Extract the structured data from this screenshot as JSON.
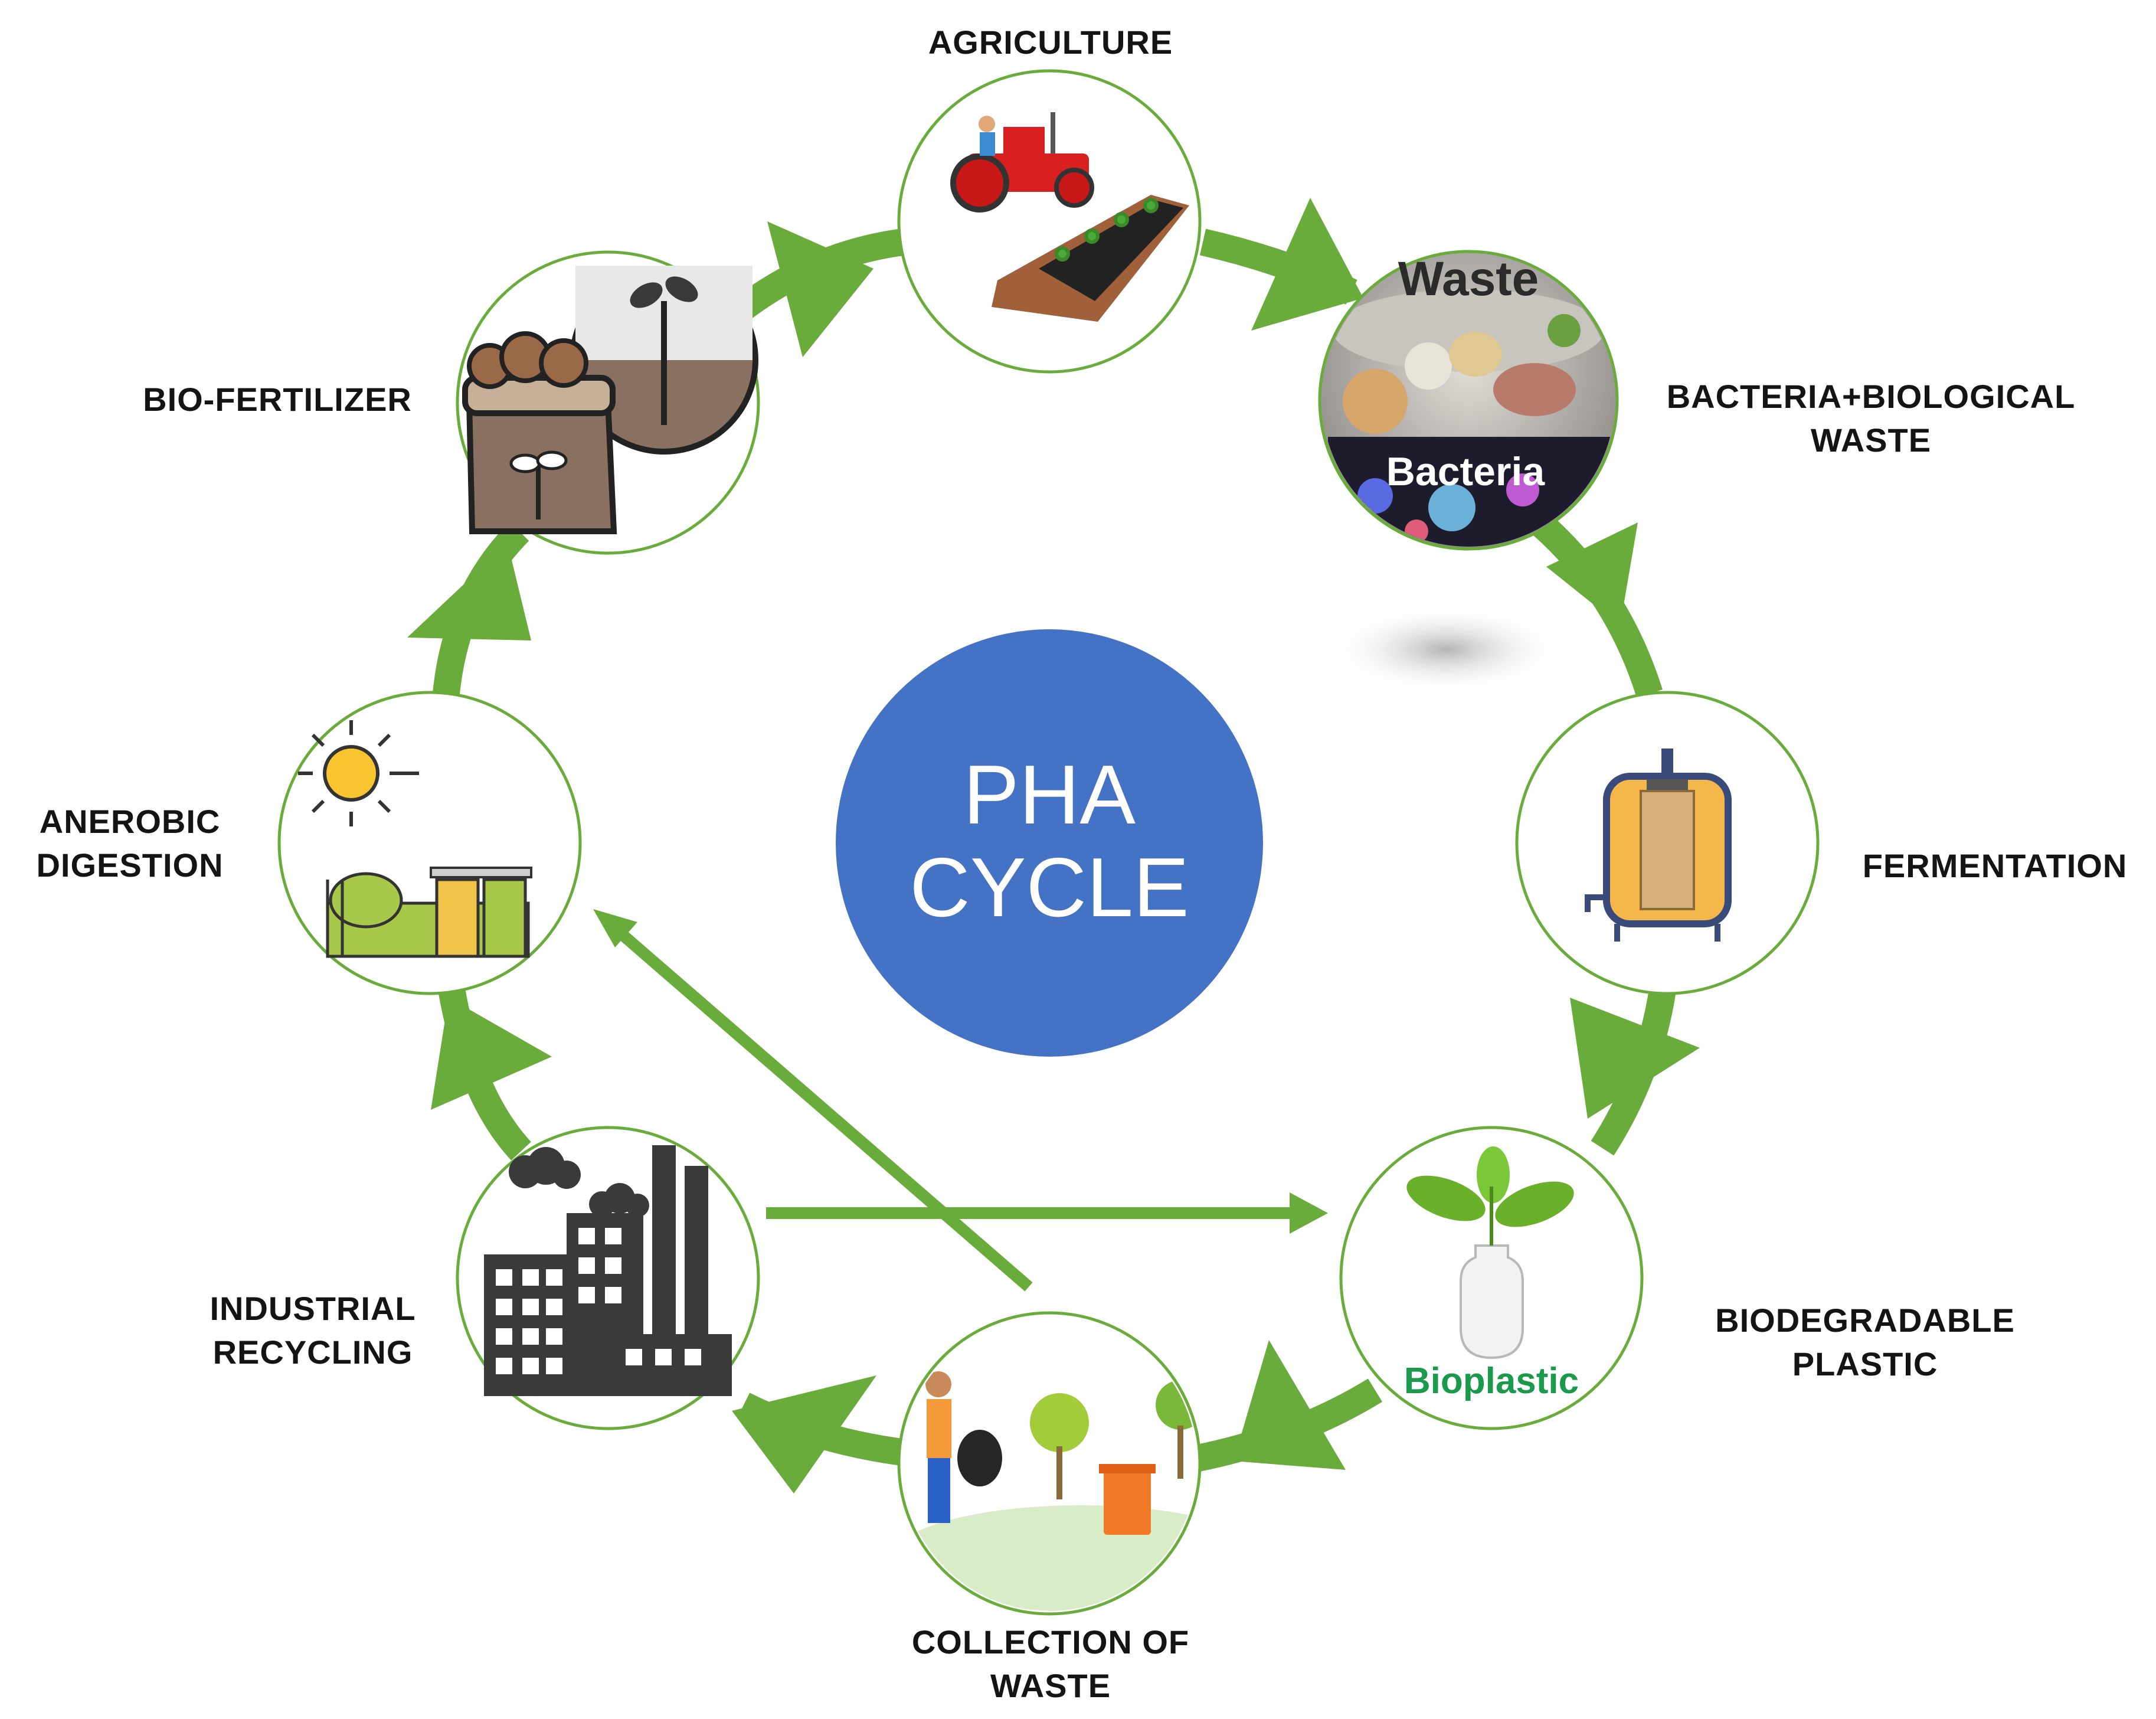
{
  "center": {
    "line1": "PHA",
    "line2": "CYCLE"
  },
  "colors": {
    "arrow_green": "#6aac3c",
    "node_border": "#6aac3c",
    "center_blue": "#4472c4",
    "label_text": "#141414",
    "bioplastic_text": "#1a9a4a"
  },
  "nodes": {
    "agriculture": {
      "label": "AGRICULTURE",
      "icon": "tractor-field-icon"
    },
    "bacteria": {
      "label1": "BACTERIA+BIOLOGICAL",
      "label2": "WASTE",
      "icon": "waste-bacteria-icon",
      "image_text_top": "Waste",
      "image_text_bottom": "Bacteria"
    },
    "fermentation": {
      "label": "FERMENTATION",
      "icon": "bioreactor-icon"
    },
    "bioplastic": {
      "label1": "BIODEGRADABLE",
      "label2": "PLASTIC",
      "icon": "bioplastic-bottle-icon",
      "image_text": "Bioplastic"
    },
    "collection": {
      "label1": "COLLECTION OF",
      "label2": "WASTE",
      "icon": "waste-collection-icon"
    },
    "industrial": {
      "label1": "INDUSTRIAL",
      "label2": "RECYCLING",
      "icon": "factory-icon"
    },
    "anerobic": {
      "label1": "ANEROBIC",
      "label2": "DIGESTION",
      "icon": "biogas-plant-icon"
    },
    "fertilizer": {
      "label": "BIO-FERTILIZER",
      "icon": "fertilizer-sack-icon"
    }
  }
}
